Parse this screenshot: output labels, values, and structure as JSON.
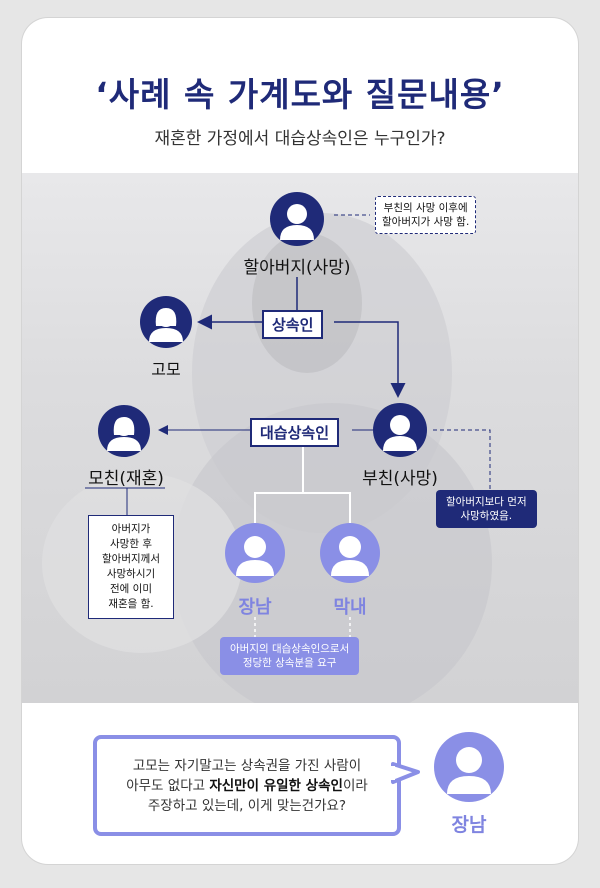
{
  "title": "‘사례 속 가계도와 질문내용’",
  "subtitle": "재혼한 가정에서 대습상속인은 누구인가?",
  "people": {
    "grandfather": "할아버지(사망)",
    "aunt": "고모",
    "mother": "모친(재혼)",
    "father": "부친(사망)",
    "eldest_son": "장남",
    "youngest": "막내"
  },
  "tags": {
    "heir": "상속인",
    "representative_heir": "대습상속인"
  },
  "notes": {
    "grandfather_note": [
      "부친의 사망 이후에",
      "할아버지가 사망 함."
    ],
    "mother_note": [
      "아버지가",
      "사망한 후",
      "할아버지께서",
      "사망하시기",
      "전에 이미",
      "재혼을 함."
    ],
    "father_note": [
      "할아버지보다 먼저",
      "사망하였음."
    ],
    "children_note": [
      "아버지의 대습상속인으로서",
      "정당한 상속분을 요구"
    ]
  },
  "bubble": {
    "line1": "고모는 자기말고는 상속권을 가진 사람이",
    "line2_a": "아무도 없다고 ",
    "line2_bold": "자신만이 유일한 상속인",
    "line2_b": "이라",
    "line3": "주장하고 있는데, 이게 맞는건가요?"
  },
  "speaker": "장남",
  "colors": {
    "navy": "#1f2a78",
    "purple": "#8a8fe6"
  }
}
